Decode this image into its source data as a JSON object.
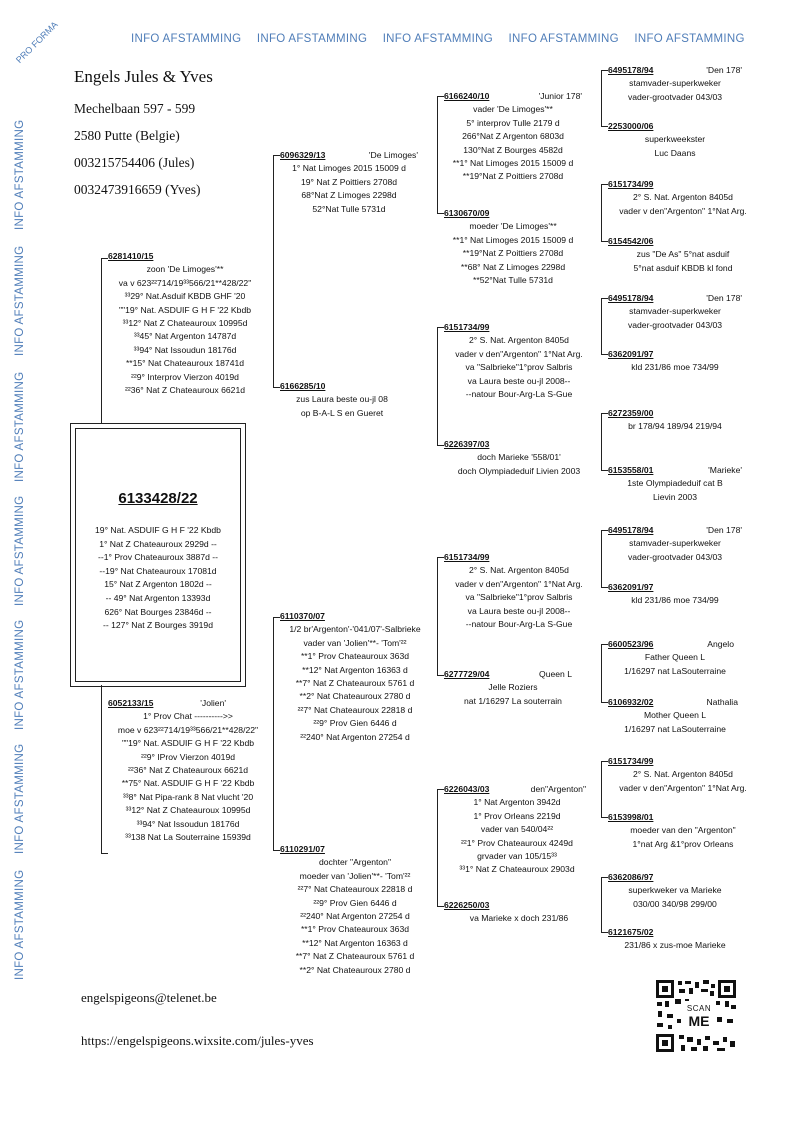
{
  "watermark": {
    "top": [
      "INFO AFSTAMMING",
      "INFO AFSTAMMING",
      "INFO AFSTAMMING",
      "INFO AFSTAMMING",
      "INFO AFSTAMMING"
    ],
    "left": [
      "INFO AFSTAMMING",
      "INFO AFSTAMMING",
      "INFO AFSTAMMING",
      "INFO AFSTAMMING",
      "INFO AFSTAMMING",
      "INFO AFSTAMMING",
      "INFO AFSTAMMING"
    ],
    "proforma": "PRO FORMA"
  },
  "owner": {
    "name": "Engels Jules & Yves",
    "street": "Mechelbaan 597 - 599",
    "city": "2580 Putte  (Belgie)",
    "phone1": "003215754406 (Jules)",
    "phone2": "0032473916659 (Yves)"
  },
  "contact": {
    "email": "engelspigeons@telenet.be",
    "website": "https://engelspigeons.wixsite.com/jules-yves"
  },
  "qr": {
    "label1": "SCAN",
    "label2": "ME"
  },
  "main_bird": {
    "ring": "6133428/22",
    "lines": [
      "19° Nat. ASDUIF G H F '22 Kbdb",
      "1° Nat Z Chateauroux 2929d --",
      "--1° Prov Chateauroux 3887d --",
      "--19° Nat Chateauroux 17081d",
      "15° Nat Z Argenton 1802d --",
      "-- 49° Nat Argenton 13393d",
      "626° Nat Bourges 23846d --",
      "-- 127° Nat Z Bourges 3919d"
    ]
  },
  "parents": {
    "sire": {
      "ring": "6281410/15",
      "nick": "",
      "lines": [
        "zoon 'De Limoges'**",
        "va v 623²²714/19³³566/21**428/22\"",
        "³³29° Nat.Asduif KBDB GHF '20",
        "\"\"19° Nat. ASDUIF G H F '22 Kbdb",
        "³³12° Nat Z Chateauroux 10995d",
        "³³45° Nat Argenton 14787d",
        "³³94° Nat Issoudun 18176d",
        "**15° Nat Chateauroux 18741d",
        "²²9° Interprov Vierzon 4019d",
        "²²36° Nat Z Chateauroux 6621d"
      ]
    },
    "dam": {
      "ring": "6052133/15",
      "nick": "'Jolien'",
      "lines": [
        "1° Prov Chat  ---------->>",
        "moe v 623²²714/19³³566/21**428/22\"",
        "\"\"19° Nat. ASDUIF G H F '22 Kbdb",
        "²²9° IProv Vierzon 4019d",
        "²²36° Nat Z Chateauroux 6621d",
        "**75° Nat. ASDUIF G H F '22 Kbdb",
        "³³8° Nat Pipa-rank 8 Nat vlucht '20",
        "³³12° Nat Z Chateauroux 10995d",
        "³³94° Nat Issoudun 18176d",
        "³³138 Nat La Souterraine 15939d"
      ]
    }
  },
  "grandparents": {
    "ss": {
      "ring": "6096329/13",
      "nick": "'De Limoges'",
      "lines": [
        "1° Nat Limoges 2015  15009 d",
        "19° Nat Z Poittiers 2708d",
        "68°Nat Z Limoges 2298d",
        "52°Nat Tulle 5731d"
      ]
    },
    "sd": {
      "ring": "6166285/10",
      "nick": "",
      "lines": [
        "zus Laura beste ou-jl 08",
        "op B-A-L S en Gueret"
      ]
    },
    "ds": {
      "ring": "6110370/07",
      "nick": "",
      "lines": [
        "1/2 br'Argenton'-'041/07'-Salbrieke",
        "vader van 'Jolien'**- 'Tom'²²",
        "**1° Prov Chateauroux 363d",
        "**12° Nat Argenton 16363 d",
        "**7° Nat Z Chateauroux 5761 d",
        "**2° Nat Chateauroux 2780 d",
        "²²7° Nat Chateauroux 22818 d",
        "²²9° Prov Gien 6446 d",
        "²²240° Nat Argenton 27254 d"
      ]
    },
    "dd": {
      "ring": "6110291/07",
      "nick": "",
      "lines": [
        "dochter \"Argenton\"",
        "moeder van 'Jolien'**- 'Tom'²²",
        "²²7° Nat Chateauroux 22818 d",
        "²²9° Prov Gien 6446 d",
        "²²240° Nat Argenton 27254 d",
        "**1° Prov Chateauroux 363d",
        "**12° Nat Argenton 16363 d",
        "**7° Nat Z Chateauroux 5761 d",
        "**2° Nat Chateauroux 2780 d"
      ]
    }
  },
  "great_grandparents": [
    {
      "ring": "6166240/10",
      "nick": "'Junior 178'",
      "lines": [
        "vader 'De Limoges'**",
        "5° interprov Tulle 2179 d",
        "266°Nat Z Argenton 6803d",
        "130°Nat Z Bourges 4582d",
        "**1° Nat Limoges 2015  15009 d",
        "**19°Nat Z Poittiers 2708d"
      ]
    },
    {
      "ring": "6130670/09",
      "nick": "",
      "lines": [
        "moeder  'De Limoges'**",
        "**1° Nat Limoges 2015  15009 d",
        "**19°Nat Z Poittiers 2708d",
        "**68° Nat Z Limoges 2298d",
        "**52°Nat Tulle 5731d"
      ]
    },
    {
      "ring": "6151734/99",
      "nick": "",
      "lines": [
        "2° S. Nat. Argenton 8405d",
        "vader v den\"Argenton\" 1°Nat Arg.",
        "va \"Salbrieke\"1°prov Salbris",
        "va Laura beste ou-jl 2008--",
        "--natour Bour-Arg-La S-Gue"
      ]
    },
    {
      "ring": "6226397/03",
      "nick": "",
      "lines": [
        "doch Marieke '558/01'",
        "doch Olympiadeduif Livien 2003"
      ]
    },
    {
      "ring": "6151734/99",
      "nick": "",
      "lines": [
        "2° S. Nat. Argenton 8405d",
        "vader v den\"Argenton\" 1°Nat Arg.",
        "va \"Salbrieke\"1°prov Salbris",
        "va Laura beste ou-jl 2008--",
        "--natour Bour-Arg-La S-Gue"
      ]
    },
    {
      "ring": "6277729/04",
      "nick": "Queen L",
      "lines": [
        "Jelle Roziers",
        "nat 1/16297 La souterrain"
      ]
    },
    {
      "ring": "6226043/03",
      "nick": "den\"Argenton\"",
      "lines": [
        "1° Nat Argenton 3942d",
        "1° Prov Orleans 2219d",
        "vader van 540/04²²",
        "²²1° Prov Chateauroux 4249d",
        "grvader van 105/15³³",
        "³³1° Nat Z Chateauroux 2903d"
      ]
    },
    {
      "ring": "6226250/03",
      "nick": "",
      "lines": [
        "va Marieke x doch 231/86"
      ]
    }
  ],
  "ggg": [
    {
      "ring": "6495178/94",
      "nick": "'Den 178'",
      "lines": [
        "stamvader-superkweker",
        "vader-grootvader 043/03"
      ]
    },
    {
      "ring": "2253000/06",
      "nick": "",
      "lines": [
        "superkweekster",
        "Luc Daans"
      ]
    },
    {
      "ring": "6151734/99",
      "nick": "",
      "lines": [
        "2° S. Nat. Argenton 8405d",
        "vader v den\"Argenton\" 1°Nat Arg."
      ]
    },
    {
      "ring": "6154542/06",
      "nick": "",
      "lines": [
        "zus \"De As\" 5°nat asduif",
        "5°nat asduif KBDB kl fond"
      ]
    },
    {
      "ring": "6495178/94",
      "nick": "'Den 178'",
      "lines": [
        "stamvader-superkweker",
        "vader-grootvader 043/03"
      ]
    },
    {
      "ring": "6362091/97",
      "nick": "",
      "lines": [
        "kld 231/86 moe 734/99"
      ]
    },
    {
      "ring": "6272359/00",
      "nick": "",
      "lines": [
        "br 178/94 189/94 219/94"
      ]
    },
    {
      "ring": "6153558/01",
      "nick": "'Marieke'",
      "lines": [
        "1ste Olympiadeduif cat B",
        "Lievin 2003"
      ]
    },
    {
      "ring": "6495178/94",
      "nick": "'Den 178'",
      "lines": [
        "stamvader-superkweker",
        "vader-grootvader 043/03"
      ]
    },
    {
      "ring": "6362091/97",
      "nick": "",
      "lines": [
        "kld 231/86 moe 734/99"
      ]
    },
    {
      "ring": "6600523/96",
      "nick": "Angelo",
      "lines": [
        "Father Queen L",
        "1/16297 nat LaSouterraine"
      ]
    },
    {
      "ring": "6106932/02",
      "nick": "Nathalia",
      "lines": [
        "Mother Queen L",
        "1/16297 nat LaSouterraine"
      ]
    },
    {
      "ring": "6151734/99",
      "nick": "",
      "lines": [
        "2° S. Nat. Argenton 8405d",
        "vader v den\"Argenton\" 1°Nat Arg."
      ]
    },
    {
      "ring": "6153998/01",
      "nick": "",
      "lines": [
        "moeder van den \"Argenton\"",
        "1°nat Arg &1°prov Orleans"
      ]
    },
    {
      "ring": "6362086/97",
      "nick": "",
      "lines": [
        "superkweker va Marieke",
        "030/00 340/98 299/00"
      ]
    },
    {
      "ring": "6121675/02",
      "nick": "",
      "lines": [
        "231/86 x zus-moe Marieke"
      ]
    }
  ]
}
